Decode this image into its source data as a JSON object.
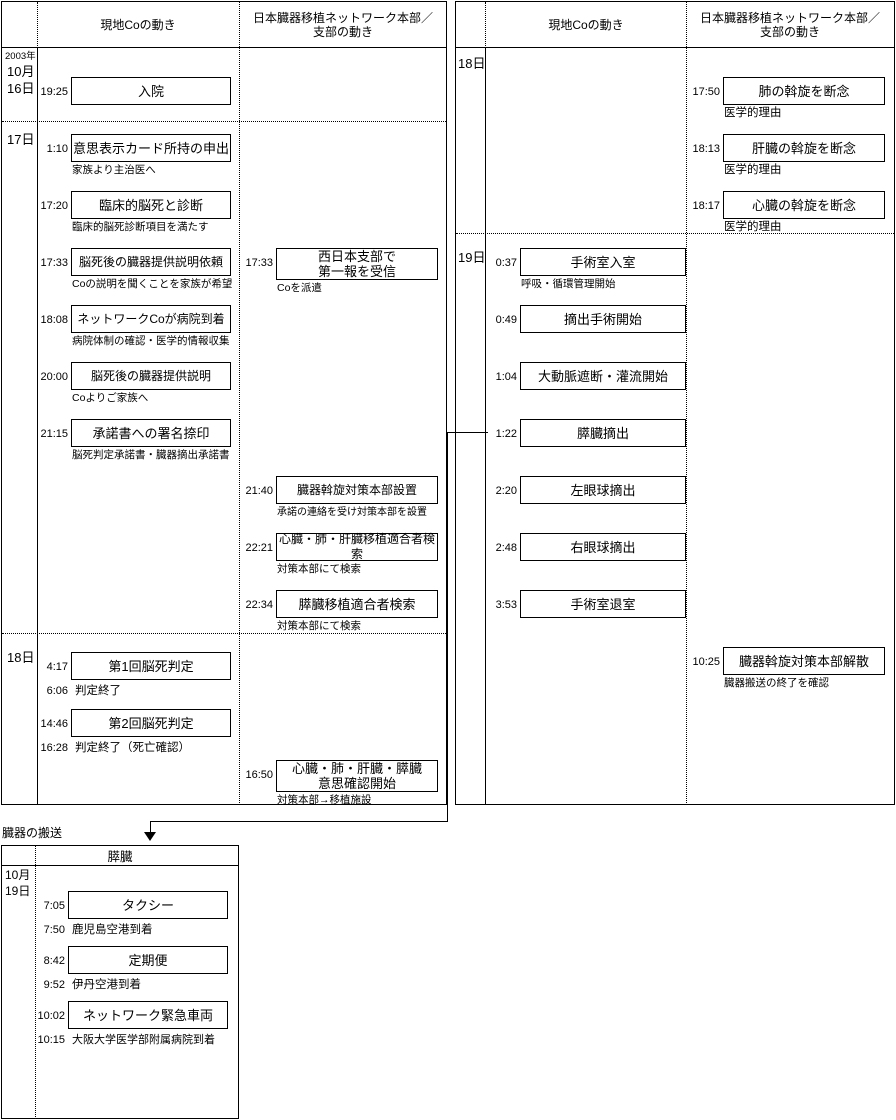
{
  "diagram": {
    "title_transport": "臓器の搬送",
    "columns": {
      "local_co": "現地Coの動き",
      "network": "日本臓器移植ネットワーク本部／\n支部の動き"
    }
  },
  "left_panel": {
    "header": {
      "col_local": "現地Coの動き",
      "col_network_line1": "日本臓器移植ネットワーク本部／",
      "col_network_line2": "支部の動き"
    },
    "days": [
      {
        "year": "2003年",
        "month": "10月",
        "day": "16日"
      },
      {
        "day": "17日"
      },
      {
        "day": "18日"
      }
    ],
    "local_events": [
      {
        "time": "19:25",
        "label": "入院",
        "note": ""
      },
      {
        "time": "1:10",
        "label": "意思表示カード所持の申出",
        "note": "家族より主治医へ"
      },
      {
        "time": "17:20",
        "label": "臨床的脳死と診断",
        "note": "臨床的脳死診断項目を満たす"
      },
      {
        "time": "17:33",
        "label": "脳死後の臓器提供説明依頼",
        "note": "Coの説明を聞くことを家族が希望"
      },
      {
        "time": "18:08",
        "label": "ネットワークCoが病院到着",
        "note": "病院体制の確認・医学的情報収集"
      },
      {
        "time": "20:00",
        "label": "脳死後の臓器提供説明",
        "note": "Coよりご家族へ"
      },
      {
        "time": "21:15",
        "label": "承諾書への署名捺印",
        "note": "脳死判定承諾書・臓器摘出承諾書"
      },
      {
        "time": "4:17",
        "label": "第1回脳死判定",
        "note": ""
      },
      {
        "time": "14:46",
        "label": "第2回脳死判定",
        "note": ""
      }
    ],
    "local_plain_rows": [
      {
        "time": "6:06",
        "text": "判定終了"
      },
      {
        "time": "16:28",
        "text": "判定終了（死亡確認）"
      }
    ],
    "network_events": [
      {
        "time": "17:33",
        "label": "西日本支部で\n第一報を受信",
        "note": "Coを派遣"
      },
      {
        "time": "21:40",
        "label": "臓器斡旋対策本部設置",
        "note": "承諾の連絡を受け対策本部を設置"
      },
      {
        "time": "22:21",
        "label": "心臓・肺・肝臓移植適合者検索",
        "note": "対策本部にて検索"
      },
      {
        "time": "22:34",
        "label": "膵臓移植適合者検索",
        "note": "対策本部にて検索"
      },
      {
        "time": "16:50",
        "label": "心臓・肺・肝臓・膵臓\n意思確認開始",
        "note": "対策本部→移植施設"
      }
    ]
  },
  "right_panel": {
    "header": {
      "col_local": "現地Coの動き",
      "col_network_line1": "日本臓器移植ネットワーク本部／",
      "col_network_line2": "支部の動き"
    },
    "days": [
      {
        "day": "18日"
      },
      {
        "day": "19日"
      }
    ],
    "local_events": [
      {
        "time": "0:37",
        "label": "手術室入室",
        "note": "呼吸・循環管理開始"
      },
      {
        "time": "0:49",
        "label": "摘出手術開始",
        "note": ""
      },
      {
        "time": "1:04",
        "label": "大動脈遮断・灌流開始",
        "note": ""
      },
      {
        "time": "1:22",
        "label": "膵臓摘出",
        "note": ""
      },
      {
        "time": "2:20",
        "label": "左眼球摘出",
        "note": ""
      },
      {
        "time": "2:48",
        "label": "右眼球摘出",
        "note": ""
      },
      {
        "time": "3:53",
        "label": "手術室退室",
        "note": ""
      }
    ],
    "network_events": [
      {
        "time": "17:50",
        "label": "肺の斡旋を断念",
        "note": "医学的理由"
      },
      {
        "time": "18:13",
        "label": "肝臓の斡旋を断念",
        "note": "医学的理由"
      },
      {
        "time": "18:17",
        "label": "心臓の斡旋を断念",
        "note": "医学的理由"
      },
      {
        "time": "10:25",
        "label": "臓器斡旋対策本部解散",
        "note": "臓器搬送の終了を確認"
      }
    ]
  },
  "transport_panel": {
    "caption": "臓器の搬送",
    "organ": "膵臓",
    "date": {
      "month": "10月",
      "day": "19日"
    },
    "events": [
      {
        "time": "7:05",
        "label": "タクシー",
        "arrive_time": "7:50",
        "arrive_text": "鹿児島空港到着"
      },
      {
        "time": "8:42",
        "label": "定期便",
        "arrive_time": "9:52",
        "arrive_text": "伊丹空港到着"
      },
      {
        "time": "10:02",
        "label": "ネットワーク緊急車両",
        "arrive_time": "10:15",
        "arrive_text": "大阪大学医学部附属病院到着"
      }
    ]
  },
  "colors": {
    "line": "#000000",
    "background": "#ffffff"
  }
}
